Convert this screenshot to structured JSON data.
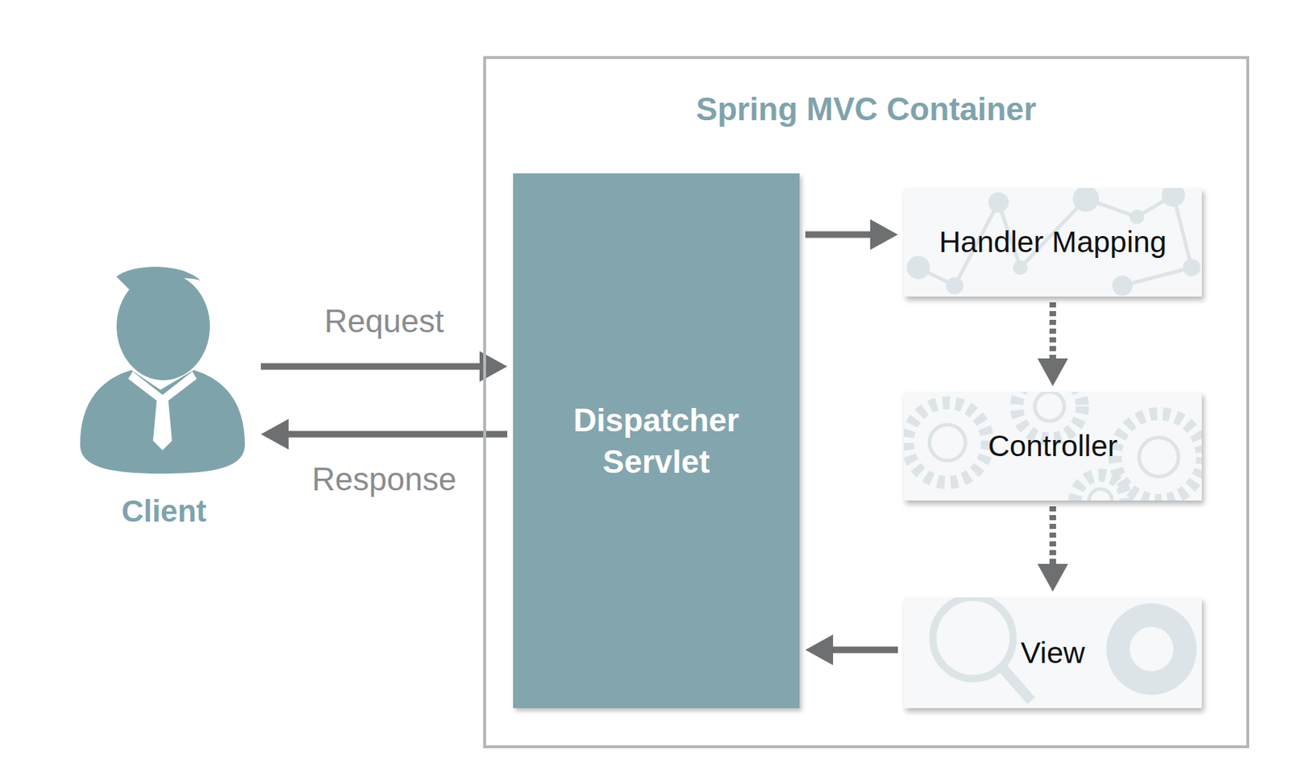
{
  "diagram": {
    "nodes": [
      {
        "text": [
          "Client"
        ]
      },
      {
        "text": [
          "Spring MVC Container"
        ]
      },
      {
        "text": [
          "Dispatcher Servlet"
        ],
        "in": 1
      },
      {
        "text": [
          "Handler Mapping"
        ],
        "in": 1
      },
      {
        "text": [
          "Controller"
        ],
        "in": 1
      },
      {
        "text": [
          "View"
        ],
        "in": 1
      }
    ],
    "edges": [
      {
        "from": 0,
        "to": 2,
        "label": "Request",
        "arrow": "to"
      },
      {
        "from": 2,
        "to": 0,
        "label": "Response",
        "arrow": "to"
      },
      {
        "from": 2,
        "to": 3,
        "arrow": "to"
      },
      {
        "from": 3,
        "to": 4,
        "arrow": "to"
      },
      {
        "from": 4,
        "to": 5,
        "arrow": "to"
      },
      {
        "from": 5,
        "to": 2,
        "arrow": "to"
      }
    ]
  }
}
